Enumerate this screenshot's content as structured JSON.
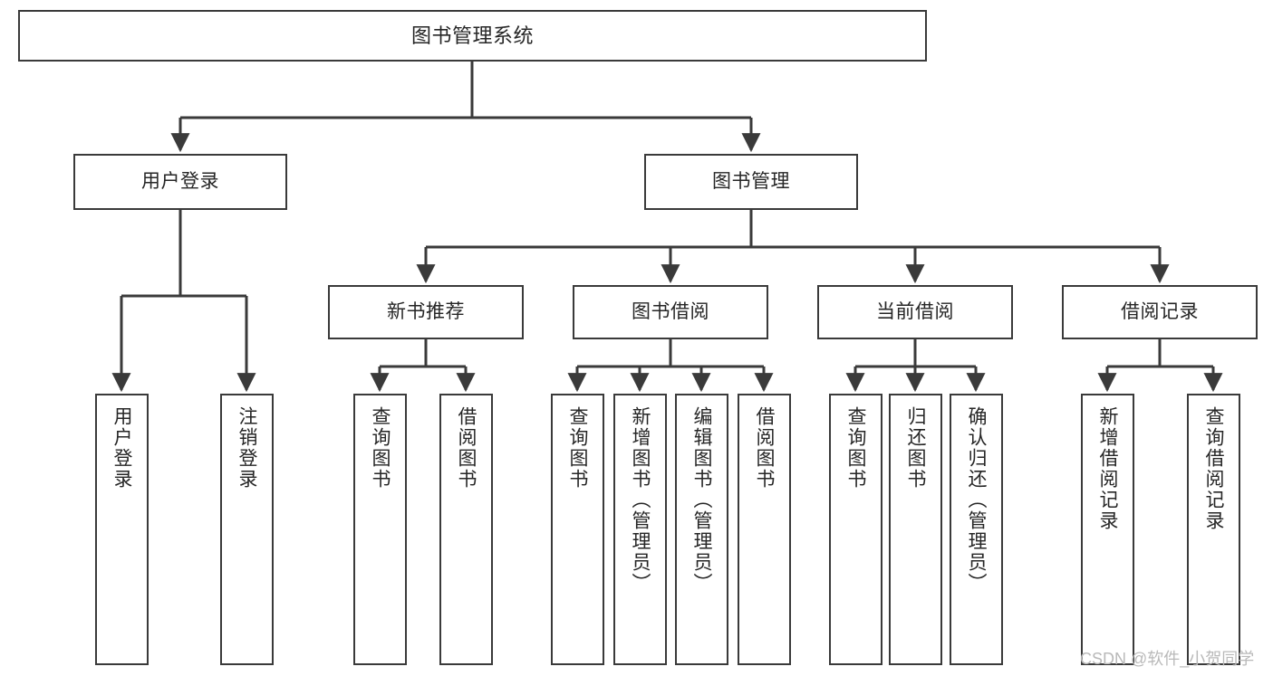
{
  "diagram": {
    "type": "tree",
    "title": "图书管理系统",
    "root": {
      "id": "root",
      "label": "图书管理系统"
    },
    "level2": [
      {
        "id": "user-login",
        "label": "用户登录"
      },
      {
        "id": "book-manage",
        "label": "图书管理"
      }
    ],
    "level3": [
      {
        "id": "new-book-recommend",
        "label": "新书推荐"
      },
      {
        "id": "book-borrow",
        "label": "图书借阅"
      },
      {
        "id": "current-borrow",
        "label": "当前借阅"
      },
      {
        "id": "borrow-record",
        "label": "借阅记录"
      }
    ],
    "leaves": {
      "user_login": [
        {
          "id": "leaf-user-login",
          "label": "用户登录"
        },
        {
          "id": "leaf-logout-login",
          "label": "注销登录"
        }
      ],
      "new_book_recommend": [
        {
          "id": "leaf-query-book-1",
          "label": "查询图书"
        },
        {
          "id": "leaf-borrow-book-1",
          "label": "借阅图书"
        }
      ],
      "book_borrow": [
        {
          "id": "leaf-query-book-2",
          "label": "查询图书"
        },
        {
          "id": "leaf-add-book",
          "label": "新增图书（管理员）"
        },
        {
          "id": "leaf-edit-book",
          "label": "编辑图书（管理员）"
        },
        {
          "id": "leaf-borrow-book-2",
          "label": "借阅图书"
        }
      ],
      "current_borrow": [
        {
          "id": "leaf-query-book-3",
          "label": "查询图书"
        },
        {
          "id": "leaf-return-book",
          "label": "归还图书"
        },
        {
          "id": "leaf-confirm-return",
          "label": "确认归还（管理员）"
        }
      ],
      "borrow_record": [
        {
          "id": "leaf-add-record",
          "label": "新增借阅记录"
        },
        {
          "id": "leaf-query-record",
          "label": "查询借阅记录"
        }
      ]
    }
  },
  "watermark": {
    "text": "CSDN @软件_小贺同学"
  },
  "colors": {
    "box_border": "#3a3a3a",
    "box_fill": "#ffffff",
    "edge": "#3a3a3a",
    "text": "#262626",
    "watermark": "#b9b9b9",
    "background": "#ffffff"
  }
}
